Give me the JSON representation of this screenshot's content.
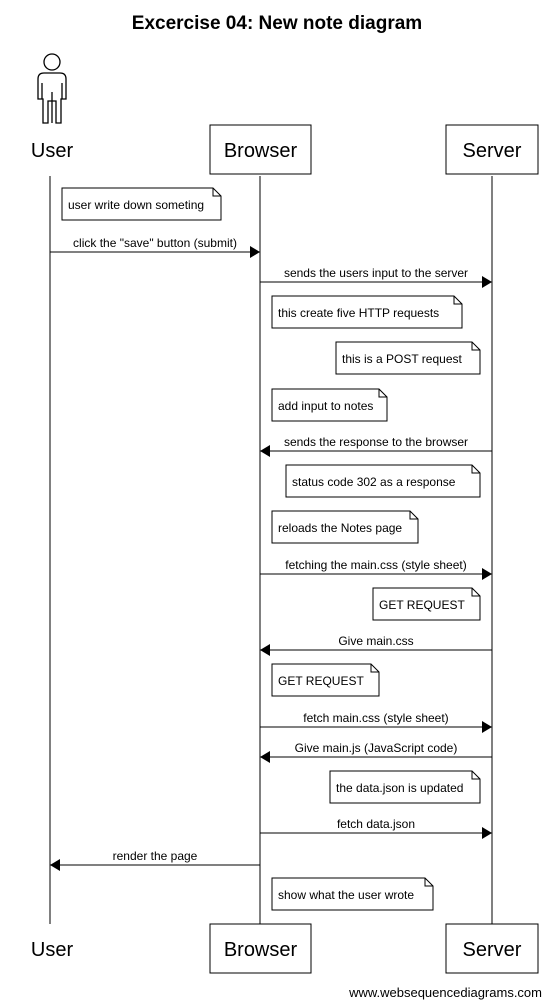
{
  "title": "Excercise 04: New note diagram",
  "participants": {
    "user": "User",
    "browser": "Browser",
    "server": "Server"
  },
  "steps": [
    {
      "kind": "note",
      "text": "user write down someting"
    },
    {
      "kind": "message",
      "from": "user",
      "to": "browser",
      "text": "click the \"save\" button (submit)"
    },
    {
      "kind": "message",
      "from": "browser",
      "to": "server",
      "text": "sends the users input to the server"
    },
    {
      "kind": "note",
      "text": "this create five HTTP requests"
    },
    {
      "kind": "note",
      "text": "this is a POST request"
    },
    {
      "kind": "note",
      "text": "add input to notes"
    },
    {
      "kind": "message",
      "from": "server",
      "to": "browser",
      "text": "sends the response to the browser"
    },
    {
      "kind": "note",
      "text": "status code 302  as a response"
    },
    {
      "kind": "note",
      "text": "reloads the Notes page"
    },
    {
      "kind": "message",
      "from": "browser",
      "to": "server",
      "text": "fetching the main.css (style sheet)"
    },
    {
      "kind": "note",
      "text": "GET REQUEST"
    },
    {
      "kind": "message",
      "from": "server",
      "to": "browser",
      "text": "Give main.css"
    },
    {
      "kind": "note",
      "text": "GET REQUEST"
    },
    {
      "kind": "message",
      "from": "browser",
      "to": "server",
      "text": "fetch main.css (style sheet)"
    },
    {
      "kind": "message",
      "from": "server",
      "to": "browser",
      "text": "Give main.js (JavaScript code)"
    },
    {
      "kind": "note",
      "text": "the data.json is updated"
    },
    {
      "kind": "message",
      "from": "browser",
      "to": "server",
      "text": "fetch data.json"
    },
    {
      "kind": "message",
      "from": "browser",
      "to": "user",
      "text": "render the page"
    },
    {
      "kind": "note",
      "text": "show what the user wrote"
    }
  ],
  "footer": "www.websequencediagrams.com"
}
